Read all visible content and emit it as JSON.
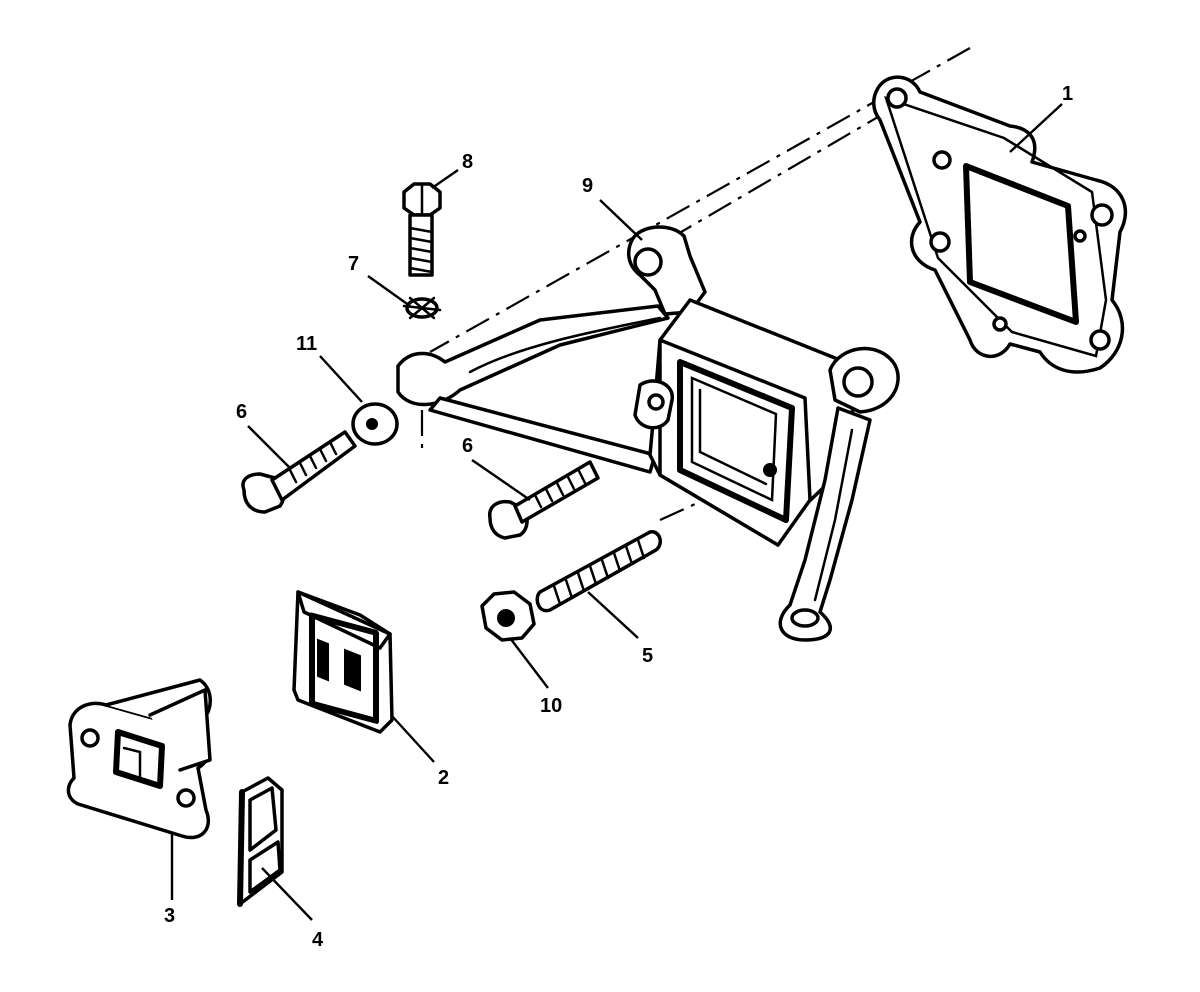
{
  "callouts": [
    {
      "id": "1",
      "text": "1"
    },
    {
      "id": "2",
      "text": "2"
    },
    {
      "id": "3",
      "text": "3"
    },
    {
      "id": "4",
      "text": "4"
    },
    {
      "id": "5",
      "text": "5"
    },
    {
      "id": "6a",
      "text": "6"
    },
    {
      "id": "6b",
      "text": "6"
    },
    {
      "id": "7",
      "text": "7"
    },
    {
      "id": "8",
      "text": "8"
    },
    {
      "id": "9",
      "text": "9"
    },
    {
      "id": "10",
      "text": "10"
    },
    {
      "id": "11",
      "text": "11"
    }
  ]
}
